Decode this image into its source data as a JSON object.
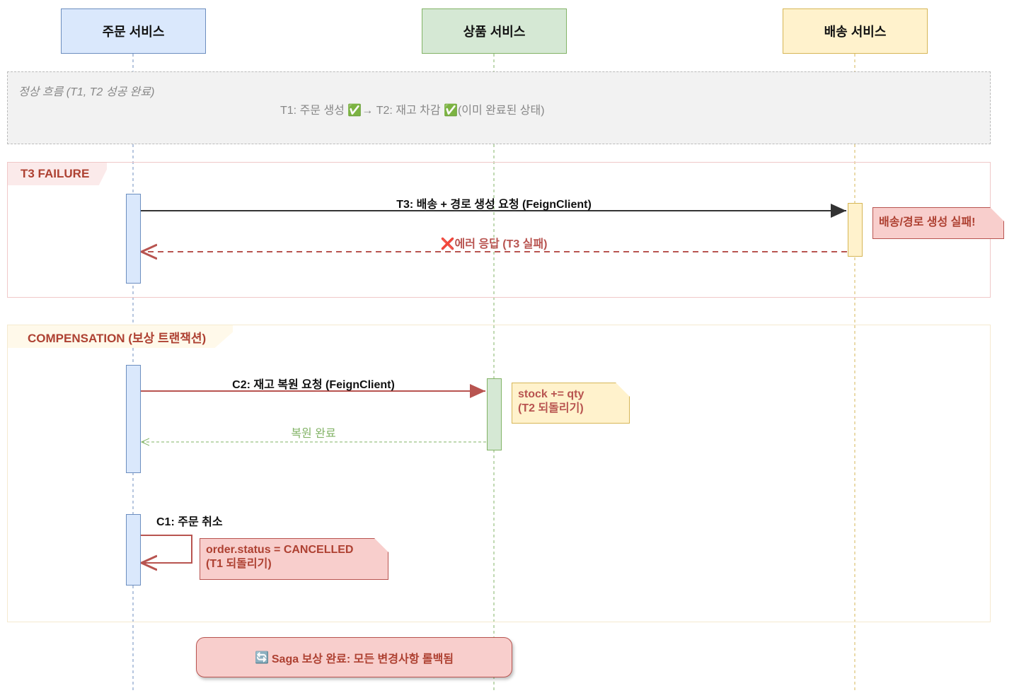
{
  "actors": [
    "주문 서비스",
    "상품 서비스",
    "배송 서비스"
  ],
  "normal": {
    "title": "정상 흐름 (T1, T2 성공 완료)",
    "text": "T1: 주문 생성 ✅→ T2: 재고 차감 ✅(이미 완료된 상태)"
  },
  "failure": {
    "label": "T3 FAILURE",
    "request": "T3: 배송 + 경로 생성 요청 (FeignClient)",
    "error_icon": "❌",
    "error": "에러 응답 (T3 실패)",
    "note": "배송/경로 생성 실패!"
  },
  "compensation": {
    "label": "COMPENSATION (보상 트랜잭션)",
    "c2": "C2: 재고 복원 요청 (FeignClient)",
    "c2_reply": "복원 완료",
    "c2_note": [
      "stock += qty",
      "(T2 되돌리기)"
    ],
    "c1": "C1: 주문 취소",
    "c1_note": [
      "order.status = CANCELLED",
      "(T1 되돌리기)"
    ]
  },
  "result": {
    "icon": "🔄",
    "text": "Saga 보상 완료: 모든 변경사항 롤백됨"
  }
}
